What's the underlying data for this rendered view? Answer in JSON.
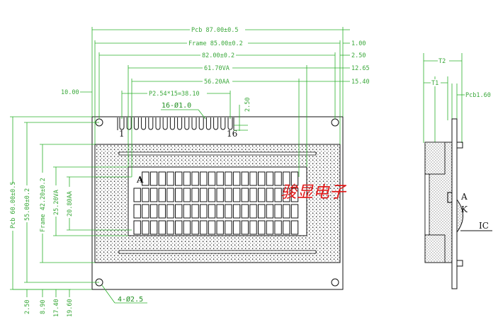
{
  "top_dimensions": {
    "pcb": "Pcb 87.00±0.5",
    "frame": "Frame 85.00±0.2",
    "overall": "82.00±0.2",
    "va": "61.70VA",
    "aa": "56.20AA",
    "pitch": "P2.54*15=38.10",
    "holes": "16-Ø1.0",
    "pin_first": "1",
    "pin_last": "16",
    "pin_offset": "2.50",
    "left_offset": "10.00"
  },
  "right_offsets": [
    "1.00",
    "2.50",
    "12.65",
    "15.40"
  ],
  "left_dimensions": {
    "pcb": "Pcb 60.00±0.5",
    "overall": "55.00±0.2",
    "frame": "Frame 42.20±0.2",
    "va": "25.20VA",
    "aa": "20.80AA"
  },
  "bottom_offsets": [
    "2.50",
    "8.90",
    "17.40",
    "19.60"
  ],
  "mount_holes": "4-Ø2.5",
  "pixel_origin": "A",
  "watermark": "骏显电子",
  "side_view": {
    "t2": "T2",
    "t1": "T1",
    "pcb_thickness": "Pcb1.60",
    "anode": "A",
    "cathode": "K",
    "ic": "IC"
  },
  "colors": {
    "dimension_line": "#2bb02b",
    "outline": "#111111",
    "watermark": "#e01818"
  },
  "character_grid": {
    "columns": 20,
    "rows": 4
  }
}
